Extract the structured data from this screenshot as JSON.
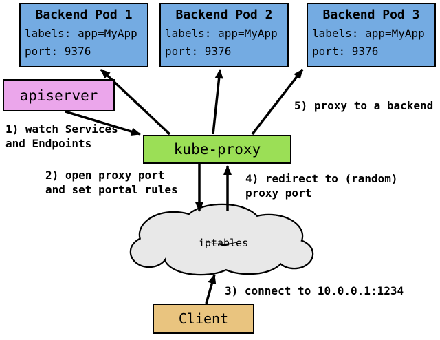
{
  "diagram": {
    "title": "kube-proxy userspace proxy flow"
  },
  "colors": {
    "pod": "#74abe2",
    "apiserver": "#eba6eb",
    "kube_proxy": "#9bdf56",
    "cloud": "#e8e8e8",
    "client": "#e9c47f",
    "arrow": "#000000"
  },
  "pods": [
    {
      "title": "Backend Pod 1",
      "labels_line": "labels: app=MyApp",
      "port_line": "port: 9376"
    },
    {
      "title": "Backend Pod 2",
      "labels_line": "labels: app=MyApp",
      "port_line": "port: 9376"
    },
    {
      "title": "Backend Pod 3",
      "labels_line": "labels: app=MyApp",
      "port_line": "port: 9376"
    }
  ],
  "apiserver": {
    "label": "apiserver"
  },
  "kube_proxy": {
    "label": "kube-proxy"
  },
  "iptables": {
    "label": "iptables"
  },
  "client": {
    "label": "Client"
  },
  "steps": {
    "s1": "1) watch Services\nand Endpoints",
    "s2": "2) open proxy port\nand set portal rules",
    "s3": "3) connect to 10.0.0.1:1234",
    "s4": "4) redirect to (random)\nproxy port",
    "s5": "5) proxy to a backend"
  }
}
